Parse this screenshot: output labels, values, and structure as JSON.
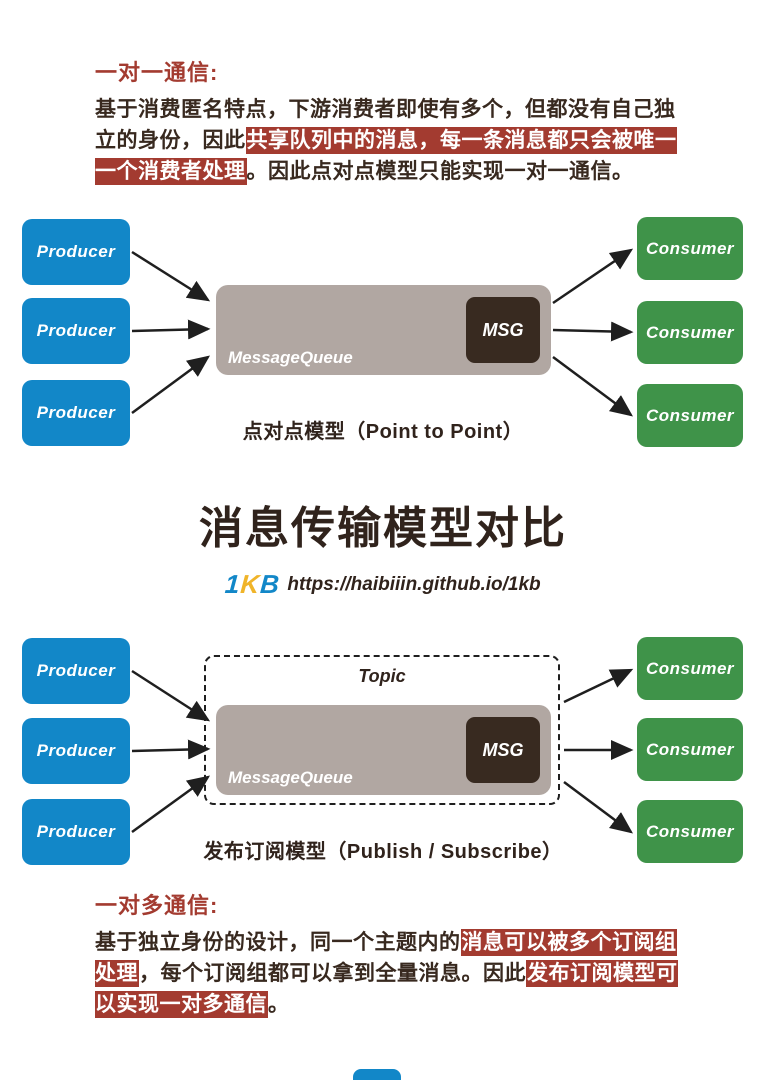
{
  "colors": {
    "producer_blue": "#1287c8",
    "consumer_green": "#3f9349",
    "queue_gray": "#b1a7a2",
    "msg_dark": "#382a20",
    "highlight_red": "#a33b30",
    "text_dark": "#38291f"
  },
  "top_section": {
    "heading": "一对一通信:",
    "segments": [
      {
        "text": "基于消费匿名特点，下游消费者即使有多个，但都没有自己独立的身份，因此",
        "highlight": false
      },
      {
        "text": "共享队列中的消息，每一条消息都只会被唯一一个消费者处理",
        "highlight": true
      },
      {
        "text": "。因此点对点模型只能实现一对一通信。",
        "highlight": false
      }
    ]
  },
  "diagram1": {
    "producers": [
      "Producer",
      "Producer",
      "Producer"
    ],
    "consumers": [
      "Consumer",
      "Consumer",
      "Consumer"
    ],
    "queue_label": "MessageQueue",
    "msg_label": "MSG",
    "caption": "点对点模型（Point to Point）"
  },
  "title_block": {
    "title": "消息传输模型对比",
    "logo": {
      "part1": "1",
      "part2": "K",
      "part3": "B"
    },
    "url": "https://haibiiin.github.io/1kb"
  },
  "diagram2": {
    "producers": [
      "Producer",
      "Producer",
      "Producer"
    ],
    "consumers": [
      "Consumer",
      "Consumer",
      "Consumer"
    ],
    "topic_label": "Topic",
    "queue_label": "MessageQueue",
    "msg_label": "MSG",
    "caption": "发布订阅模型（Publish / Subscribe）"
  },
  "bottom_section": {
    "heading": "一对多通信:",
    "segments": [
      {
        "text": "基于独立身份的设计，同一个主题内的",
        "highlight": false
      },
      {
        "text": "消息可以被多个订阅组处理",
        "highlight": true
      },
      {
        "text": "，每个订阅组都可以拿到全量消息。因此",
        "highlight": false
      },
      {
        "text": "发布订阅模型可以实现一对多通信",
        "highlight": true
      },
      {
        "text": "。",
        "highlight": false
      }
    ]
  }
}
